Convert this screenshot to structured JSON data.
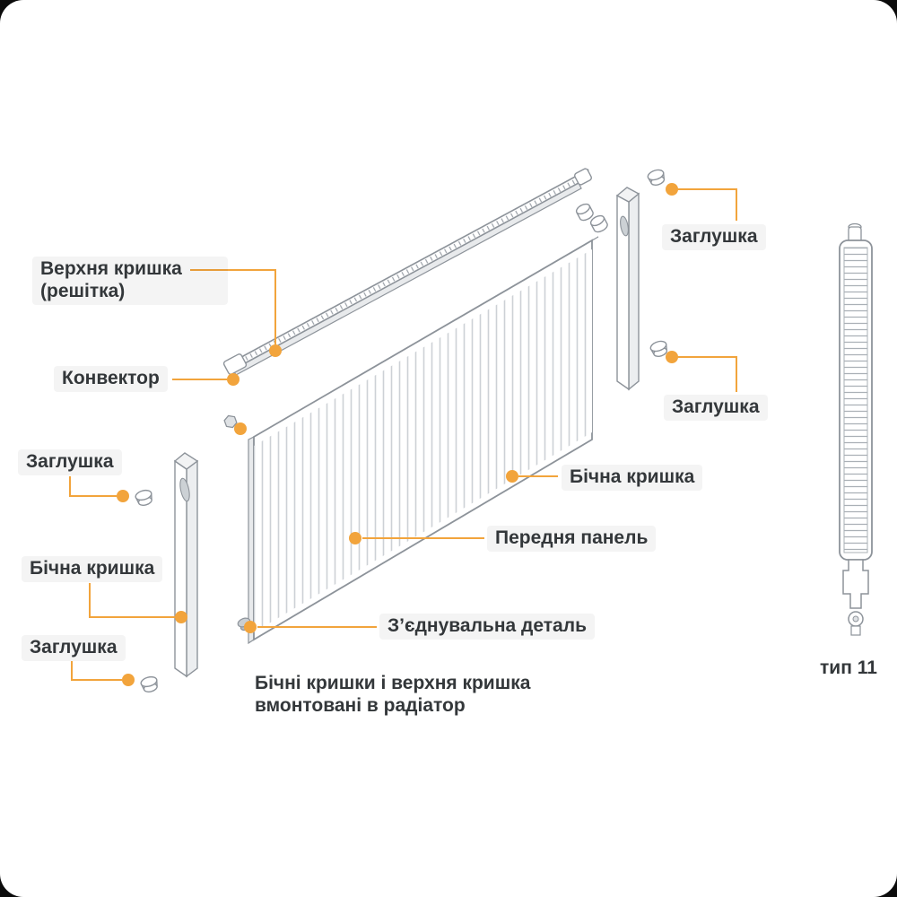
{
  "page": {
    "background": "#ffffff",
    "accent_color": "#F2A43C",
    "line_color": "#8d939a",
    "text_color": "#33373a"
  },
  "labels": {
    "top_cover": "Верхня кришка (решітка)",
    "convector": "Конвектор",
    "plug_top_right": "Заглушка",
    "plug_right": "Заглушка",
    "plug_left": "Заглушка",
    "plug_bottom_left": "Заглушка",
    "side_cover_right": "Бічна кришка",
    "side_cover_left": "Бічна кришка",
    "front_panel": "Передня панель",
    "connector": "З’єднувальна деталь",
    "note": "Бічні кришки і верхня кришка вмонтовані в радіатор",
    "type": "тип 11"
  }
}
